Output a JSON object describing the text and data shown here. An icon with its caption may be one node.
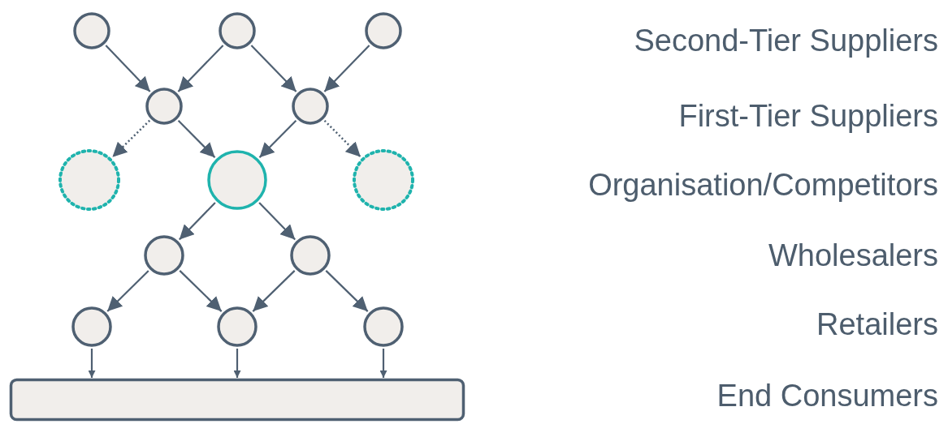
{
  "diagram": {
    "nodes": [
      {
        "text": [],
        "shape": "circle"
      },
      {
        "text": [],
        "shape": "circle"
      },
      {
        "text": [],
        "shape": "circle"
      },
      {
        "text": [],
        "shape": "circle"
      },
      {
        "text": [],
        "shape": "circle"
      },
      {
        "text": [],
        "shape": "circle"
      },
      {
        "text": [],
        "shape": "circle"
      },
      {
        "text": [],
        "shape": "circle"
      },
      {
        "text": [],
        "shape": "circle"
      },
      {
        "text": [],
        "shape": "circle"
      },
      {
        "text": [],
        "shape": "circle"
      },
      {
        "text": [],
        "shape": "circle"
      },
      {
        "text": [],
        "shape": "circle"
      },
      {
        "text": [],
        "shape": "box"
      }
    ],
    "edges": [
      {
        "from": 0,
        "to": 3,
        "arrow": "to"
      },
      {
        "from": 1,
        "to": 3,
        "arrow": "to"
      },
      {
        "from": 1,
        "to": 4,
        "arrow": "to"
      },
      {
        "from": 2,
        "to": 4,
        "arrow": "to"
      },
      {
        "from": 3,
        "to": 5,
        "arrow": "to",
        "style": "dashed"
      },
      {
        "from": 3,
        "to": 6,
        "arrow": "to"
      },
      {
        "from": 4,
        "to": 6,
        "arrow": "to"
      },
      {
        "from": 4,
        "to": 7,
        "arrow": "to",
        "style": "dashed"
      },
      {
        "from": 6,
        "to": 8,
        "arrow": "to"
      },
      {
        "from": 6,
        "to": 9,
        "arrow": "to"
      },
      {
        "from": 8,
        "to": 10,
        "arrow": "to"
      },
      {
        "from": 8,
        "to": 11,
        "arrow": "to"
      },
      {
        "from": 9,
        "to": 11,
        "arrow": "to"
      },
      {
        "from": 9,
        "to": 12,
        "arrow": "to"
      },
      {
        "from": 10,
        "to": 13,
        "arrow": "to"
      },
      {
        "from": 11,
        "to": 13,
        "arrow": "to"
      },
      {
        "from": 12,
        "to": 13,
        "arrow": "to"
      }
    ],
    "labels": [
      "Second-Tier Suppliers",
      "First-Tier Suppliers",
      "Organisation/Competitors",
      "Wholesalers",
      "Retailers",
      "End Consumers"
    ]
  }
}
